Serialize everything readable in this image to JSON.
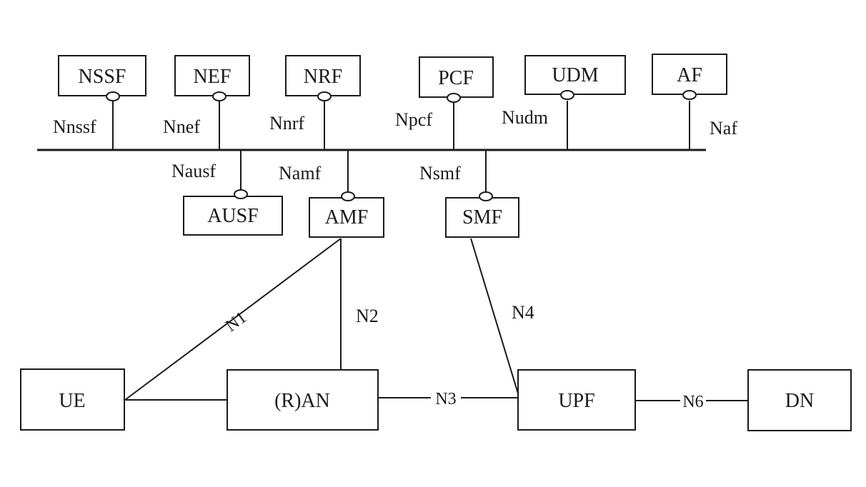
{
  "nodes": {
    "nssf": "NSSF",
    "nef": "NEF",
    "nrf": "NRF",
    "pcf": "PCF",
    "udm": "UDM",
    "af": "AF",
    "ausf": "AUSF",
    "amf": "AMF",
    "smf": "SMF",
    "ue": "UE",
    "ran": "(R)AN",
    "upf": "UPF",
    "dn": "DN"
  },
  "service_interfaces": {
    "nssf": "Nnssf",
    "nef": "Nnef",
    "nrf": "Nnrf",
    "pcf": "Npcf",
    "udm": "Nudm",
    "af": "Naf",
    "ausf": "Nausf",
    "amf": "Namf",
    "smf": "Nsmf"
  },
  "reference_points": {
    "n1": "N1",
    "n2": "N2",
    "n3": "N3",
    "n4": "N4",
    "n6": "N6"
  }
}
